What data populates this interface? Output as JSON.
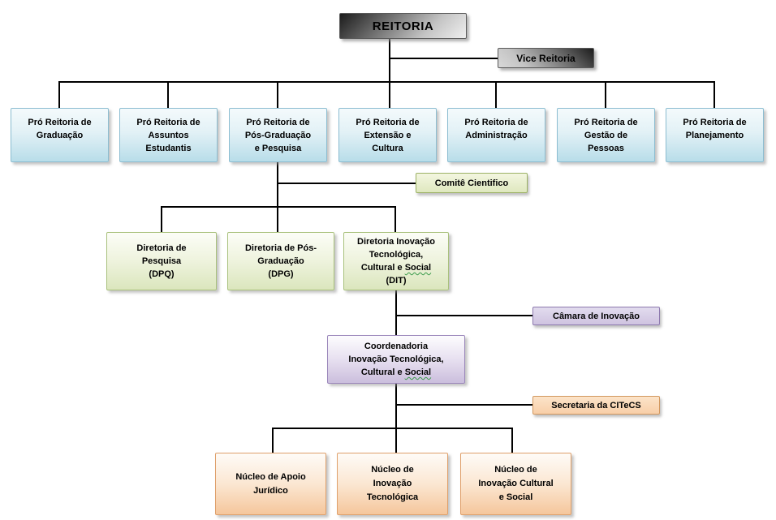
{
  "diagram_type": "org-chart",
  "nodes": {
    "reitoria": {
      "label": "REITORIA"
    },
    "vice_reitoria": {
      "label": "Vice Reitoria"
    },
    "pro_graduacao": {
      "label": "Pró Reitoria de\nGraduação"
    },
    "pro_assuntos": {
      "label": "Pró Reitoria de\nAssuntos\nEstudantis"
    },
    "pro_pos_graduacao": {
      "label": "Pró Reitoria de\nPós-Graduação\ne Pesquisa"
    },
    "pro_extensao": {
      "label": "Pró Reitoria de\nExtensão e\nCultura"
    },
    "pro_administracao": {
      "label": "Pró Reitoria de\nAdministração"
    },
    "pro_gestao": {
      "label": "Pró Reitoria de\nGestão de\nPessoas"
    },
    "pro_planejamento": {
      "label": "Pró Reitoria de\nPlanejamento"
    },
    "comite_cientifico": {
      "label": "Comitê Cientifico"
    },
    "diretoria_pesquisa": {
      "label": "Diretoria de\nPesquisa\n(DPQ)"
    },
    "diretoria_pos_graduacao": {
      "label": "Diretoria de Pós-\nGraduação\n(DPG)"
    },
    "diretoria_inovacao": {
      "label": "Diretoria Inovação\nTecnológica,\nCultural e Social\n(DIT)",
      "underline_word": "Social"
    },
    "camara_inovacao": {
      "label": "Câmara de Inovação"
    },
    "coordenadoria": {
      "label": "Coordenadoria\nInovação Tecnológica,\nCultural e Social",
      "underline_word": "Social"
    },
    "secretaria_citecs": {
      "label": "Secretaria da CITeCS"
    },
    "nucleo_juridico": {
      "label": "Núcleo de Apoio\nJurídico"
    },
    "nucleo_tecnologica": {
      "label": "Núcleo de\nInovação\nTecnológica"
    },
    "nucleo_cultural": {
      "label": "Núcleo de\nInovação Cultural\ne Social"
    }
  },
  "hierarchy": {
    "root": "REITORIA",
    "attached_to_root": [
      "Vice Reitoria"
    ],
    "root_children": [
      "Pró Reitoria de Graduação",
      "Pró Reitoria de Assuntos Estudantis",
      "Pró Reitoria de Pós-Graduação e Pesquisa",
      "Pró Reitoria de Extensão e Cultura",
      "Pró Reitoria de Administração",
      "Pró Reitoria de Gestão de Pessoas",
      "Pró Reitoria de Planejamento"
    ],
    "pos_graduacao_branch": {
      "parent": "Pró Reitoria de Pós-Graduação e Pesquisa",
      "attached": [
        "Comitê Cientifico"
      ],
      "children": [
        "Diretoria de Pesquisa (DPQ)",
        "Diretoria de Pós-Graduação (DPG)",
        "Diretoria Inovação Tecnológica, Cultural e Social (DIT)"
      ]
    },
    "dit_branch": {
      "parent": "Diretoria Inovação Tecnológica, Cultural e Social (DIT)",
      "attached": [
        "Câmara de Inovação"
      ],
      "children": [
        "Coordenadoria Inovação Tecnológica, Cultural e Social"
      ]
    },
    "coordenadoria_branch": {
      "parent": "Coordenadoria Inovação Tecnológica, Cultural e Social",
      "attached": [
        "Secretaria da CITeCS"
      ],
      "children": [
        "Núcleo de Apoio Jurídico",
        "Núcleo de Inovação Tecnológica",
        "Núcleo de Inovação Cultural e Social"
      ]
    }
  },
  "palette": {
    "connector": "#000000",
    "reitoria_gradient": [
      "#1c1c1c",
      "#efefef"
    ],
    "pro_reitoria_fill": "#b8dde9",
    "pro_reitoria_border": "#8cbdd1",
    "diretoria_fill": "#dbe6bd",
    "diretoria_border": "#a9c17c",
    "coordenadoria_fill": "#cbbedd",
    "coordenadoria_border": "#9b87bb",
    "nucleo_fill": "#f5c69c",
    "nucleo_border": "#dfa06b",
    "spellcheck_underline": "#3a9b4a",
    "text": "#000000",
    "background": "#ffffff"
  }
}
